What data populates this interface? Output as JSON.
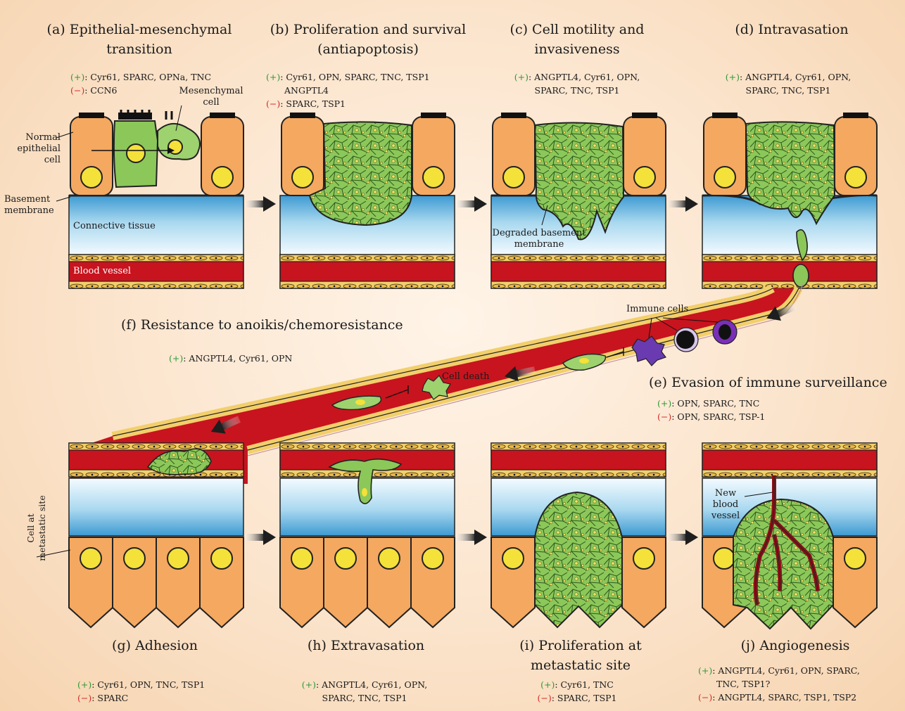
{
  "panels": {
    "a": {
      "title": "(a) Epithelial-mesenchymal transition",
      "plus_sign": "(+)",
      "plus": ": Cyr61, SPARC, OPNa, TNC",
      "minus_sign": "(−)",
      "minus": ": CCN6"
    },
    "b": {
      "title": "(b) Proliferation and survival (antiapoptosis)",
      "plus_sign": "(+)",
      "plus": ": Cyr61, OPN, SPARC, TNC, TSP1",
      "plus2": "ANGPTL4",
      "minus_sign": "(−)",
      "minus": ": SPARC, TSP1"
    },
    "c": {
      "title": "(c) Cell motility and invasiveness",
      "plus_sign": "(+)",
      "plus": ": ANGPTL4, Cyr61, OPN,",
      "plus2": "SPARC, TNC, TSP1"
    },
    "d": {
      "title": "(d) Intravasation",
      "plus_sign": "(+)",
      "plus": ": ANGPTL4, Cyr61, OPN,",
      "plus2": "SPARC, TNC, TSP1"
    },
    "e": {
      "title": "(e) Evasion of immune surveillance",
      "plus_sign": "(+)",
      "plus": ": OPN, SPARC, TNC",
      "minus_sign": "(−)",
      "minus": ": OPN, SPARC, TSP-1"
    },
    "f": {
      "title": "(f) Resistance to anoikis/chemoresistance",
      "plus_sign": "(+)",
      "plus": ": ANGPTL4, Cyr61, OPN"
    },
    "g": {
      "title": "(g) Adhesion",
      "plus_sign": "(+)",
      "plus": ": Cyr61, OPN, TNC, TSP1",
      "minus_sign": "(−)",
      "minus": ":  SPARC"
    },
    "h": {
      "title": "(h) Extravasation",
      "plus_sign": "(+)",
      "plus": ": ANGPTL4, Cyr61, OPN,",
      "plus2": "SPARC, TNC, TSP1"
    },
    "i": {
      "title": "(i) Proliferation at metastatic site",
      "plus_sign": "(+)",
      "plus": ": Cyr61, TNC",
      "minus_sign": "(−)",
      "minus": ": SPARC, TSP1"
    },
    "j": {
      "title": "(j) Angiogenesis",
      "plus_sign": "(+)",
      "plus": ": ANGPTL4, Cyr61, OPN, SPARC,",
      "plus2": "TNC, TSP1?",
      "minus_sign": "(−)",
      "minus": ": ANGPTL4, SPARC, TSP1, TSP2"
    }
  },
  "labels": {
    "mesenchymal_cell": "Mesenchymal cell",
    "normal_epithelial_cell": "Normal epithelial cell",
    "basement_membrane": "Basement membrane",
    "connective_tissue": "Connective tissue",
    "blood_vessel": "Blood vessel",
    "degraded_basement_membrane": "Degraded basement membrane",
    "immune_cells": "Immune cells",
    "cell_death": "Cell death",
    "new_blood_vessel": "New blood vessel",
    "cell_at_metastatic_site": "Cell at metastatic site"
  },
  "colors": {
    "plus": "#2f9a3a",
    "minus": "#d62d2d",
    "blood": "#c8141e",
    "epithelial": "#f4a860",
    "tumor": "#8cc75a",
    "tissue": "#6fb7e0"
  }
}
